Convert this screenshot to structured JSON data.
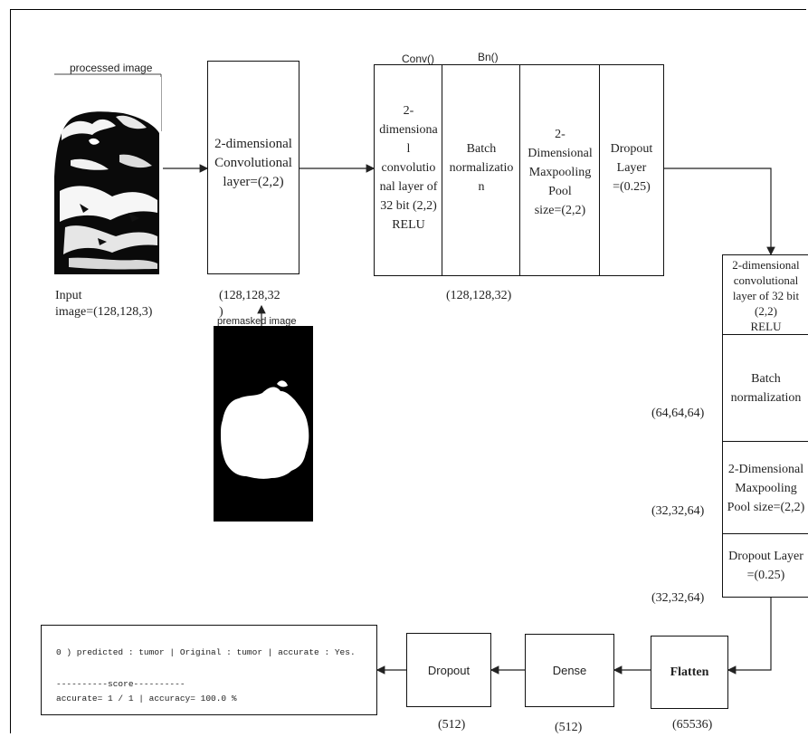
{
  "processed_image": {
    "caption": "processed image"
  },
  "input": {
    "label": "Input\nimage=(128,128,3)"
  },
  "conv1": {
    "text": "2-dimensional\nConvolutional\nlayer=(2,2)",
    "shape": "(128,128,32\n)"
  },
  "premasked_image": {
    "caption": "premasked image"
  },
  "block1": {
    "conv_tag": "Conv()",
    "bn_tag": "Bn()",
    "conv": "2-\ndimensiona\nl\nconvolutio\nnal layer of\n32 bit (2,2)\nRELU",
    "bn": "Batch\nnormalizatio\nn",
    "pool": "2-\nDimensional\nMaxpooling\nPool\nsize=(2,2)",
    "dropout": "Dropout\nLayer\n=(0.25)",
    "shape": "(128,128,32)"
  },
  "block2": {
    "conv": "2-dimensional\nconvolutional\nlayer of 32 bit\n(2,2)\nRELU",
    "bn": "Batch\nnormalization",
    "pool": "2-Dimensional\nMaxpooling\nPool size=(2,2)",
    "dropout": "Dropout Layer\n=(0.25)",
    "shape_bn": "(64,64,64)",
    "shape_pool": "(32,32,64)",
    "shape_dropout": "(32,32,64)"
  },
  "flatten": {
    "text": "Flatten",
    "shape": "(65536)"
  },
  "dense": {
    "text": "Dense",
    "shape": "(512)"
  },
  "dropout_final": {
    "text": "Dropout",
    "shape": "(512)"
  },
  "output": {
    "line1": "0 )  predicted : tumor | Original : tumor | accurate : Yes.",
    "line2": "----------score----------",
    "line3": "accurate= 1 / 1  | accuracy= 100.0 %"
  }
}
